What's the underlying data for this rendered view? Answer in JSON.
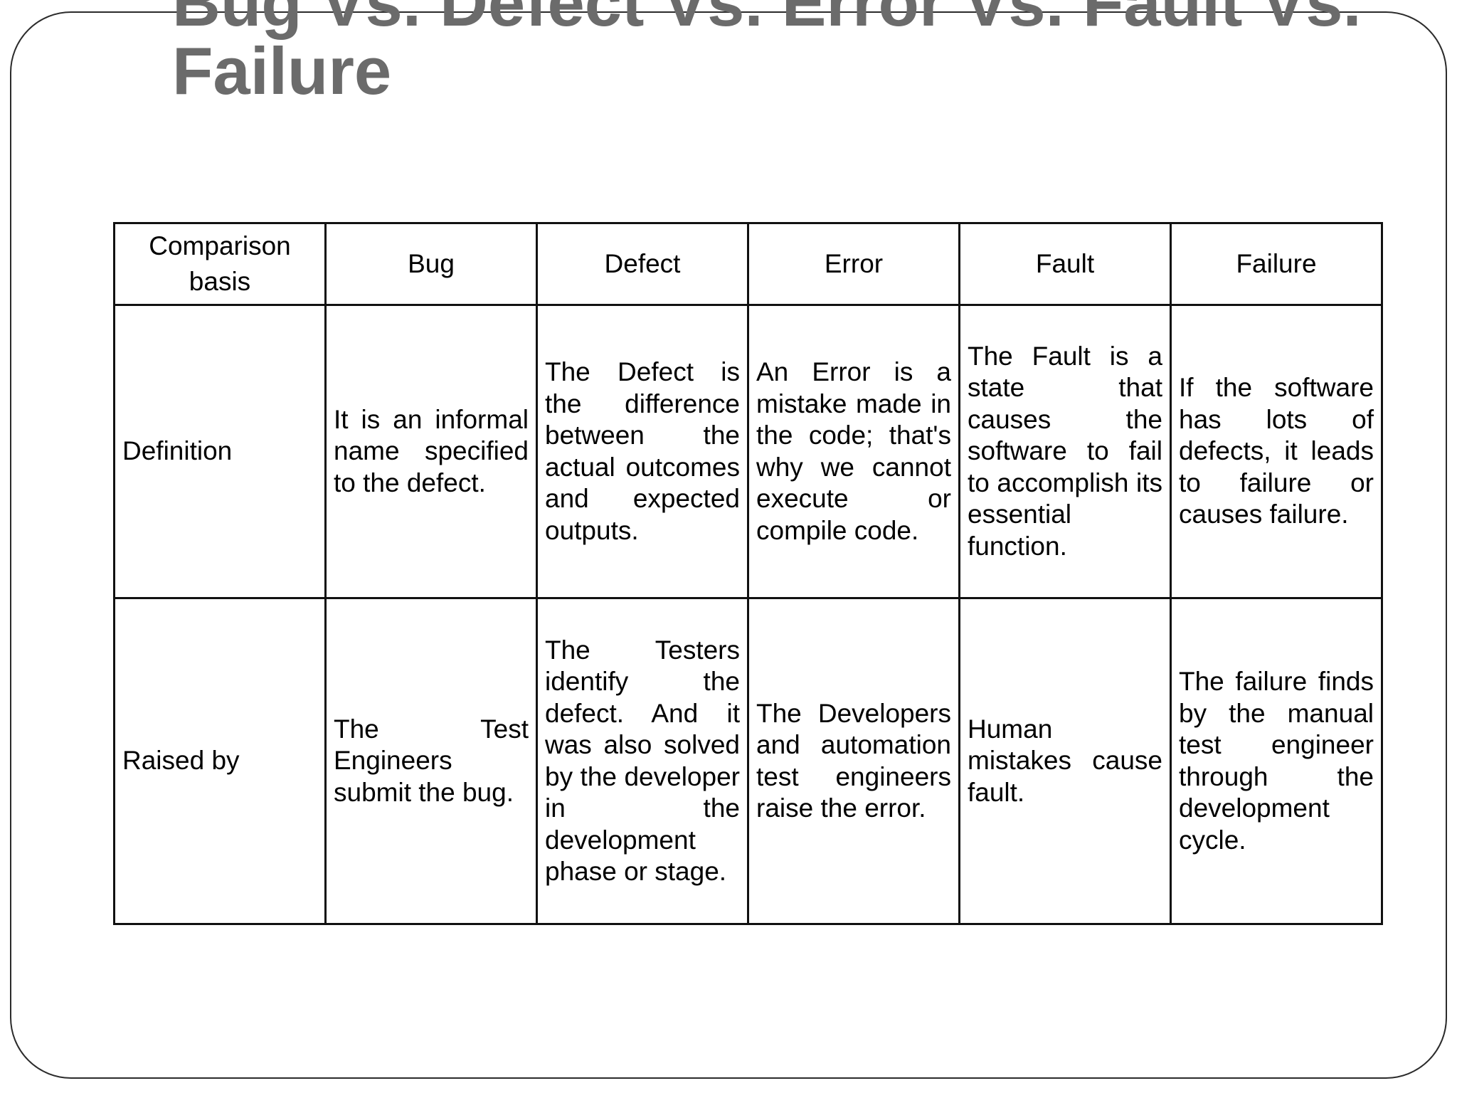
{
  "slide": {
    "title_line1": "Bug Vs. Defect Vs. Error Vs. Fault Vs.",
    "title_line2": "Failure"
  },
  "table": {
    "headers": [
      "Comparison basis",
      "Bug",
      "Defect",
      "Error",
      "Fault",
      "Failure"
    ],
    "rows": [
      {
        "basis": "Definition",
        "cells": [
          "It is an informal name specified to the defect.",
          "The Defect is the difference between the actual outcomes and expected outputs.",
          "An Error is a mistake made in the code; that's why we cannot execute or compile code.",
          "The Fault is a state that causes the software to fail to accomplish its essential function.",
          "If the software has lots of defects, it leads to failure or causes failure."
        ]
      },
      {
        "basis": "Raised by",
        "cells": [
          "The Test Engineers submit the bug.",
          "The Testers identify the defect. And it was also solved by the developer in the development phase or stage.",
          "The Developers and automation test engineers raise the error.",
          "Human mistakes cause fault.",
          "The failure finds by the manual test engineer through the development cycle."
        ]
      }
    ]
  }
}
